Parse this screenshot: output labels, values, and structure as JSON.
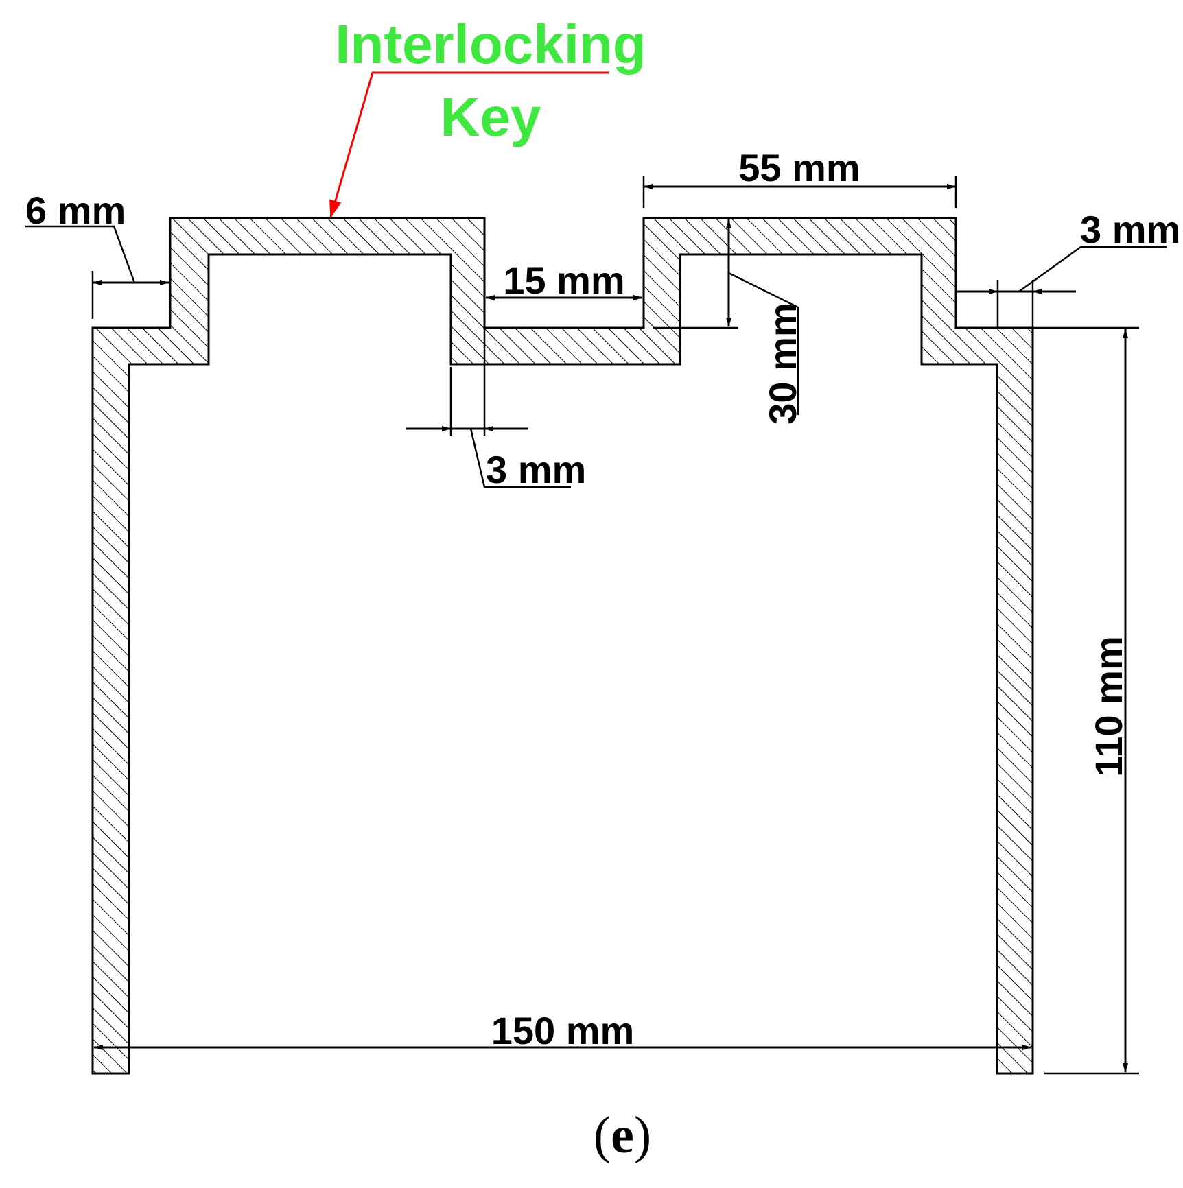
{
  "labels": {
    "key_line1": "Interlocking",
    "key_line2": "Key",
    "wall_thickness": "6 mm",
    "right_offset": "3 mm",
    "gap": "15 mm",
    "key_width": "55 mm",
    "key_height": "30 mm",
    "groove_offset": "3 mm",
    "height": "110 mm",
    "width": "150 mm",
    "caption_open": "(",
    "caption_letter": "e",
    "caption_close": ")"
  },
  "colors": {
    "key_label": "#3ee83e",
    "leader_arrow": "#ff0000",
    "hatch": "#000000"
  }
}
